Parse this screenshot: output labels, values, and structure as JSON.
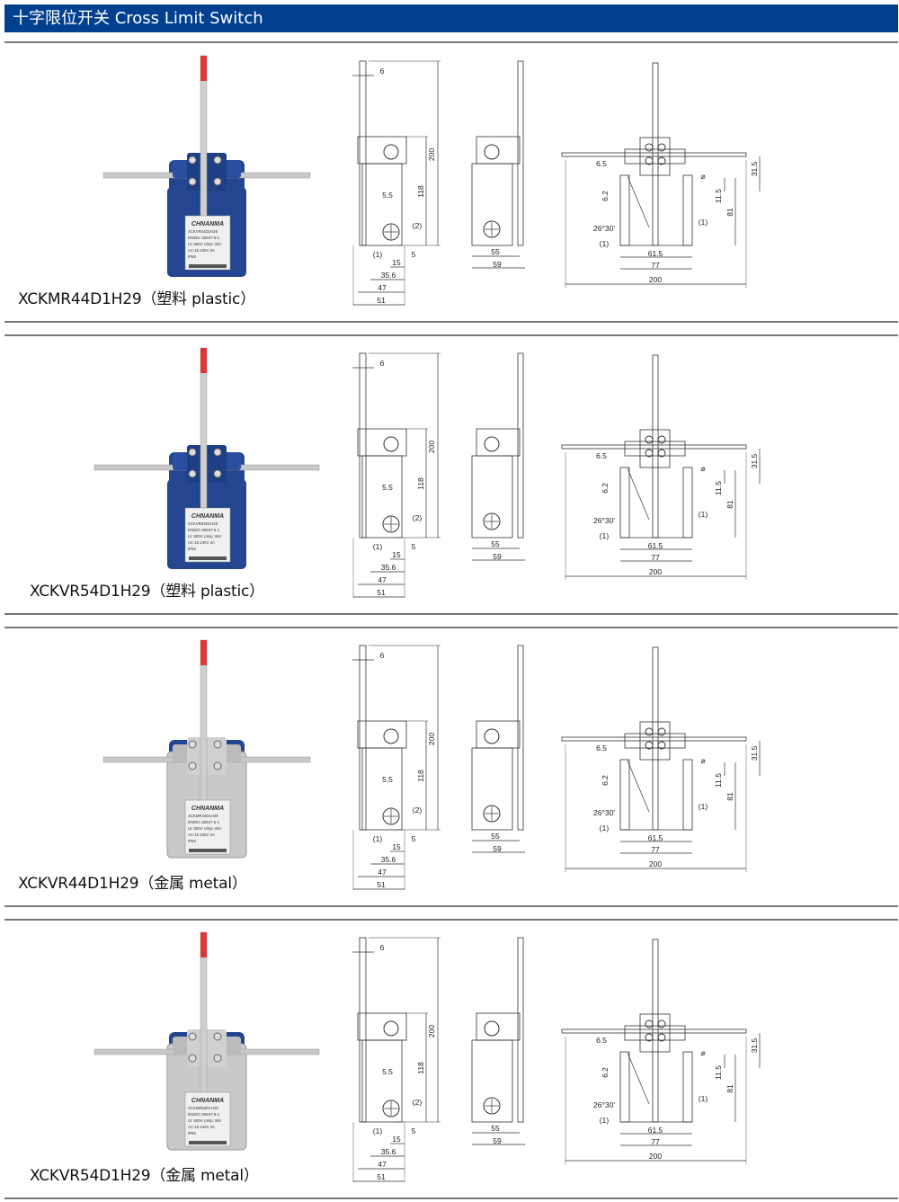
{
  "header": {
    "title": "十字限位开关 Cross Limit Switch"
  },
  "colors": {
    "header": "#00408f",
    "plastic_body": "#24458f",
    "metal_body": "#c9c9c9",
    "rod_tip": "#d8383c"
  },
  "dimensions": {
    "side": {
      "square": "6",
      "h200": "200",
      "h118": "118",
      "d55": "5.5",
      "n2": "(2)",
      "n1": "(1)",
      "d5": "5",
      "d15": "15",
      "d356": "35.6",
      "d47": "47",
      "d51": "51"
    },
    "front": {
      "d55": "55",
      "d59": "59"
    },
    "top": {
      "d65": "6.5",
      "d62": "6.2",
      "ang": "26°30'",
      "n1a": "(1)",
      "n1b": "(1)",
      "dia": "⌀",
      "d115": "11.5",
      "d81": "81",
      "d315": "31.5",
      "d615": "61.5",
      "d77": "77",
      "d200": "200"
    }
  },
  "products": [
    {
      "model": "XCKMR44D1H29（塑料 plastic）",
      "type": "plastic",
      "brand": "CHNANMA",
      "plate": [
        "XCKVR44D1H29",
        "EN/IEC 60947-5-1",
        "Ui: 500V Uimp: 6kV",
        "AC-15 240V 3A",
        "IP65"
      ]
    },
    {
      "model": "XCKVR54D1H29（塑料 plastic）",
      "type": "plastic",
      "brand": "CHNANMA",
      "plate": [
        "XCKVR54D1H29",
        "EN/IEC 60947-5-1",
        "Ui: 500V Uimp: 6kV",
        "AC-15 240V 3A",
        "IP65"
      ]
    },
    {
      "model": "XCKVR44D1H29（金属 metal）",
      "type": "metal",
      "brand": "CHNANMA",
      "plate": [
        "XCKMR44D1H29",
        "EN/IEC 60947-5-1",
        "Ui: 500V Uimp: 6kV",
        "AC-15 240V 3A",
        "IP65"
      ]
    },
    {
      "model": "XCKVR54D1H29（金属 metal）",
      "type": "metal",
      "brand": "CHNANMA",
      "plate": [
        "XCKMR54D1H29",
        "EN/IEC 60947-5-1",
        "Ui: 500V Uimp: 6kV",
        "AC-15 240V 3A",
        "IP65"
      ]
    }
  ]
}
